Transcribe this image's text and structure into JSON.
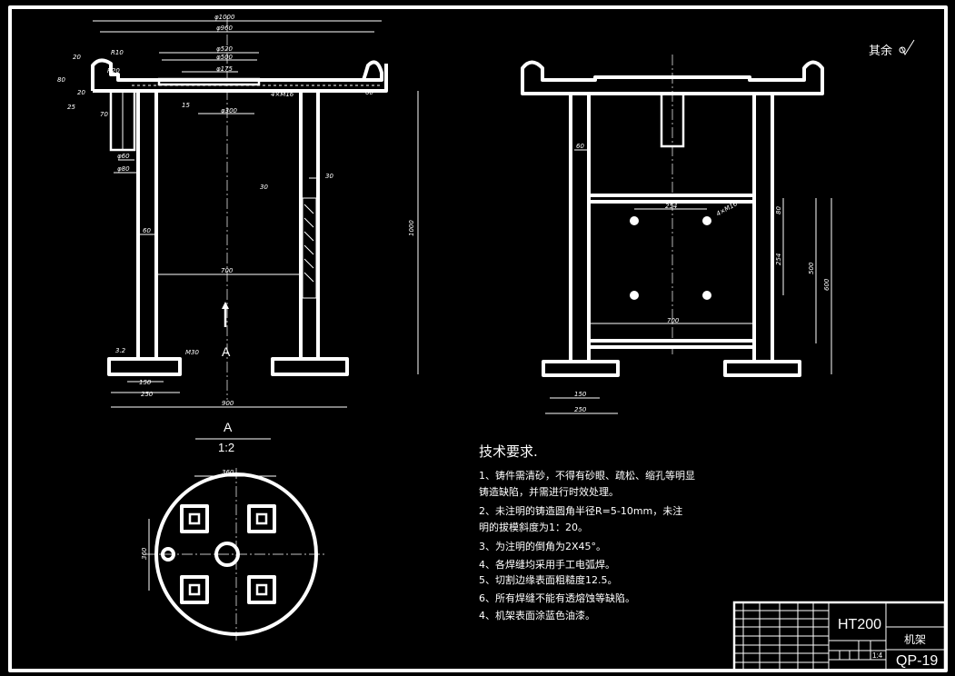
{
  "roughness_note": "其余",
  "front_view": {
    "dims": [
      "φ1000",
      "φ960",
      "φ520",
      "φ500",
      "φ175",
      "φ300",
      "20",
      "R10",
      "R20",
      "80",
      "20",
      "25",
      "15",
      "70",
      "φ60",
      "φ80",
      "60",
      "4×M16",
      "30",
      "1000",
      "60",
      "700",
      "30",
      "M30",
      "150",
      "250",
      "900",
      "3.2"
    ],
    "view_marker": "A"
  },
  "side_view": {
    "dims": [
      "60",
      "254",
      "4×M16",
      "80",
      "254",
      "500",
      "600",
      "700",
      "150",
      "250"
    ]
  },
  "section": {
    "label": "A",
    "scale": "1:2",
    "dims": [
      "360",
      "360"
    ]
  },
  "tech_requirements": {
    "title": "技术要求.",
    "items": [
      "1、铸件需清砂，不得有砂眼、疏松、缩孔等明显",
      "铸造缺陷，并需进行时效处理。",
      "2、未注明的铸造圆角半径R=5-10mm，未注",
      "明的拔模斜度为1：20。",
      "3、为注明的倒角为2X45°。",
      "4、各焊缝均采用手工电弧焊。",
      "5、切割边缘表面粗糙度12.5。",
      "6、所有焊缝不能有透熔蚀等缺陷。",
      "4、机架表面涂蓝色油漆。"
    ]
  },
  "title_block": {
    "material": "HT200",
    "part_name": "机架",
    "drawing_number": "QP-19",
    "scale": "1:4"
  }
}
